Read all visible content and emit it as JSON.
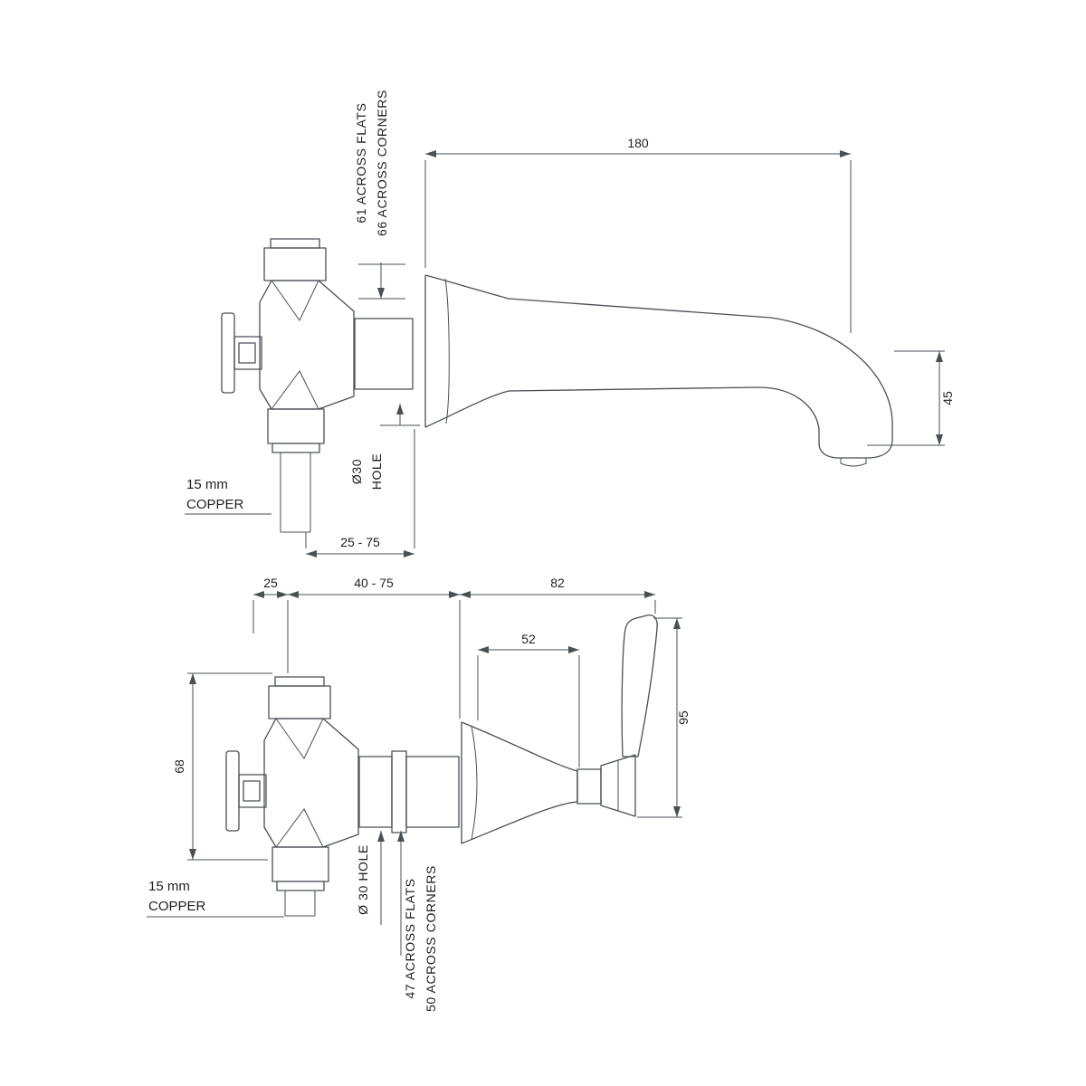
{
  "page": {
    "background": "#ffffff",
    "line_color": "#4a4f54",
    "text_color": "#1f1f1f"
  },
  "top_view": {
    "across_flats": "61 ACROSS FLATS",
    "across_corners": "66 ACROSS CORNERS",
    "dim_length": "180",
    "dim_drop": "45",
    "hole_line1": "Ø30",
    "hole_line2": "HOLE",
    "copper_line1": "15 mm",
    "copper_line2": "COPPER",
    "dim_wall": "25 - 75"
  },
  "bottom_view": {
    "dim_offset": "25",
    "dim_wall": "40 - 75",
    "dim_projection": "82",
    "dim_escutcheon": "52",
    "dim_handle_height": "95",
    "dim_body_height": "68",
    "hole": "Ø 30 HOLE",
    "across_flats": "47 ACROSS FLATS",
    "across_corners": "50 ACROSS CORNERS",
    "copper_line1": "15 mm",
    "copper_line2": "COPPER"
  }
}
